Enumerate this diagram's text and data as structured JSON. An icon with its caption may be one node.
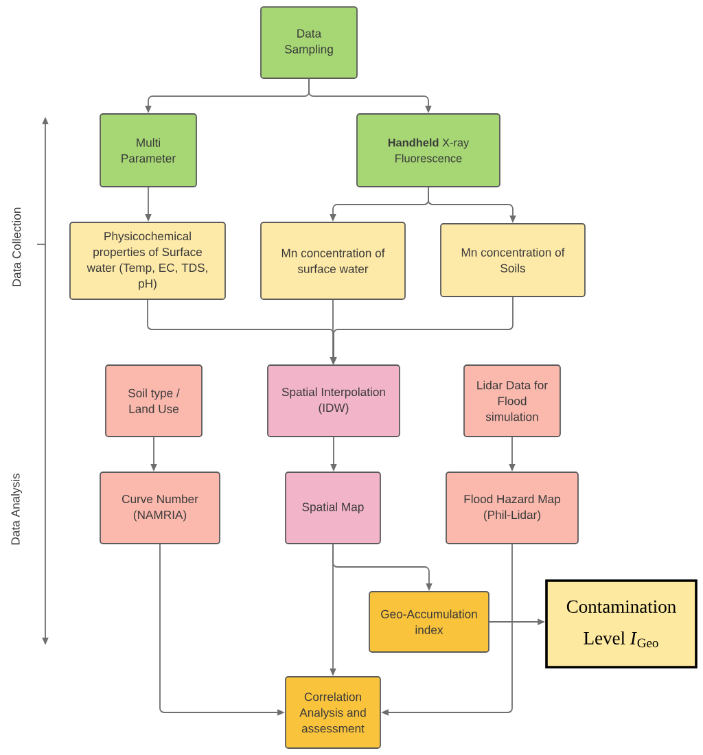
{
  "diagram": {
    "nodes": [
      {
        "text": [
          "Data Sampling"
        ]
      },
      {
        "text": [
          "Multi Parameter"
        ]
      },
      {
        "text": [
          "**Handheld** X-ray Fluorescence"
        ]
      },
      {
        "text": [
          "Physicochemical properties of Surface water (Temp, EC, TDS, pH)"
        ]
      },
      {
        "text": [
          "Mn concentration of surface water"
        ]
      },
      {
        "text": [
          "Mn concentration of Soils"
        ]
      },
      {
        "text": [
          "Soil type / Land Use"
        ]
      },
      {
        "text": [
          "Spatial Interpolation (IDW)"
        ]
      },
      {
        "text": [
          "Lidar Data for Flood simulation"
        ]
      },
      {
        "text": [
          "Curve Number (NAMRIA)"
        ]
      },
      {
        "text": [
          "Spatial Map"
        ]
      },
      {
        "text": [
          "Flood Hazard Map (Phil-Lidar)"
        ]
      },
      {
        "text": [
          "Geo-Accumulation index"
        ]
      },
      {
        "text": [
          "Contamination Level *I*$_{Geo}$"
        ]
      },
      {
        "text": [
          "Correlation Analysis and assessment"
        ]
      }
    ],
    "edges": [
      {
        "from": 0,
        "to": 1,
        "arrow": "to"
      },
      {
        "from": 0,
        "to": 2,
        "arrow": "to"
      },
      {
        "from": 1,
        "to": 3,
        "arrow": "to"
      },
      {
        "from": 2,
        "to": 4,
        "arrow": "to"
      },
      {
        "from": 2,
        "to": 5,
        "arrow": "to"
      },
      {
        "from": 3,
        "to": 7,
        "arrow": "to"
      },
      {
        "from": 4,
        "to": 7,
        "arrow": "to"
      },
      {
        "from": 5,
        "to": 7,
        "arrow": "to"
      },
      {
        "from": 6,
        "to": 9,
        "arrow": "to"
      },
      {
        "from": 7,
        "to": 10,
        "arrow": "to"
      },
      {
        "from": 8,
        "to": 11,
        "arrow": "to"
      },
      {
        "from": 10,
        "to": 12,
        "arrow": "to"
      },
      {
        "from": 10,
        "to": 14,
        "arrow": "to"
      },
      {
        "from": 12,
        "to": 13,
        "arrow": "to"
      },
      {
        "from": 9,
        "to": 14,
        "arrow": "to"
      },
      {
        "from": 11,
        "to": 14,
        "arrow": "to"
      }
    ],
    "labels": [
      "Data Collection",
      "Data Analysis"
    ]
  }
}
